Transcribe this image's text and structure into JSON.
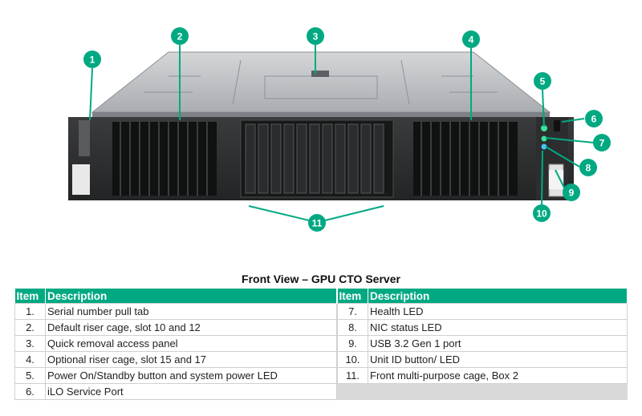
{
  "callouts": [
    {
      "number": "1"
    },
    {
      "number": "2"
    },
    {
      "number": "3"
    },
    {
      "number": "4"
    },
    {
      "number": "5"
    },
    {
      "number": "6"
    },
    {
      "number": "7"
    },
    {
      "number": "8"
    },
    {
      "number": "9"
    },
    {
      "number": "10"
    },
    {
      "number": "11"
    }
  ],
  "caption": "Front View – GPU CTO Server",
  "table": {
    "headers": {
      "item": "Item",
      "description": "Description"
    },
    "left_rows": [
      {
        "item": "1.",
        "description": "Serial number pull tab"
      },
      {
        "item": "2.",
        "description": "Default riser cage, slot 10 and 12"
      },
      {
        "item": "3.",
        "description": "Quick removal access panel"
      },
      {
        "item": "4.",
        "description": "Optional riser cage, slot 15 and 17"
      },
      {
        "item": "5.",
        "description": "Power On/Standby button and system power LED"
      },
      {
        "item": "6.",
        "description": "iLO Service Port"
      }
    ],
    "right_rows": [
      {
        "item": "7.",
        "description": "Health LED"
      },
      {
        "item": "8.",
        "description": "NIC status LED"
      },
      {
        "item": "9.",
        "description": "USB 3.2 Gen 1 port"
      },
      {
        "item": "10.",
        "description": "Unit ID button/ LED"
      },
      {
        "item": "11.",
        "description": "Front multi-purpose cage, Box 2"
      }
    ]
  },
  "colors": {
    "accent": "#01a982",
    "table_fill_empty": "#d9d9d9"
  }
}
